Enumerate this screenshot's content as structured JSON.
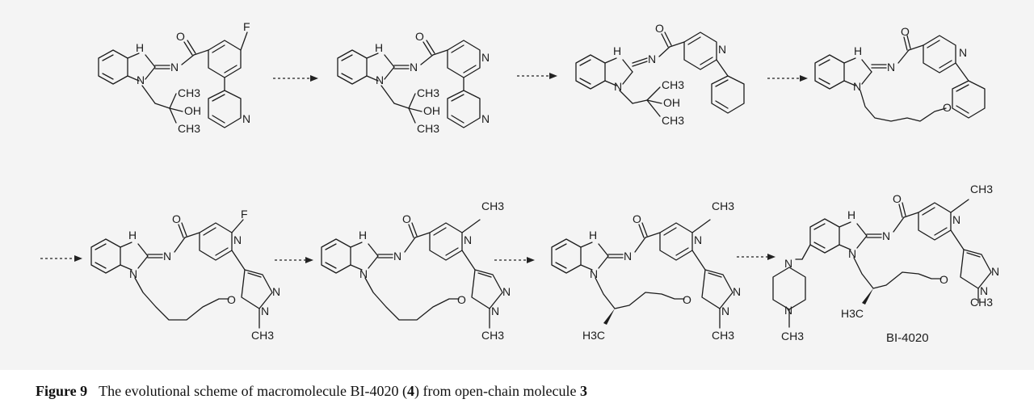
{
  "compounds": [
    {
      "atoms": {
        "nh": "H",
        "n": "N",
        "o": "O",
        "n_amide": "N",
        "f": "F",
        "me1": "CH3",
        "oh": "OH",
        "me2": "CH3",
        "npyr": "N"
      }
    },
    {
      "atoms": {
        "nh": "H",
        "n": "N",
        "o": "O",
        "n_amide": "N",
        "n_ring": "N",
        "me1": "CH3",
        "oh": "OH",
        "me2": "CH3",
        "npyr": "N"
      }
    },
    {
      "atoms": {
        "nh": "H",
        "n": "N",
        "o": "O",
        "n_amide": "N",
        "n_ring": "N",
        "me1": "CH3",
        "oh": "OH",
        "me2": "CH3"
      }
    },
    {
      "atoms": {
        "nh": "H",
        "n": "N",
        "o": "O",
        "n_amide": "N",
        "n_ring": "N",
        "o_ether": "O"
      }
    },
    {
      "atoms": {
        "nh": "H",
        "n": "N",
        "o": "O",
        "n_amide": "N",
        "f": "F",
        "n_ring": "N",
        "o_ether": "O",
        "n_pz1": "N",
        "n_pz2": "N",
        "me": "CH3"
      }
    },
    {
      "atoms": {
        "nh": "H",
        "n": "N",
        "o": "O",
        "n_amide": "N",
        "me_top": "CH3",
        "n_ring": "N",
        "o_ether": "O",
        "n_pz1": "N",
        "n_pz2": "N",
        "me": "CH3"
      }
    },
    {
      "atoms": {
        "nh": "H",
        "n": "N",
        "o": "O",
        "n_amide": "N",
        "me_top": "CH3",
        "n_ring": "N",
        "o_ether": "O",
        "n_pz1": "N",
        "n_pz2": "N",
        "me": "CH3",
        "me_chiral": "H3C"
      }
    },
    {
      "atoms": {
        "nh": "H",
        "n": "N",
        "o": "O",
        "n_amide": "N",
        "me_top": "CH3",
        "n_ring": "N",
        "o_ether": "O",
        "n_pz1": "N",
        "n_pz2": "N",
        "me": "CH3",
        "me_chiral": "H3C",
        "pip_n1": "N",
        "pip_n2": "N",
        "pip_me": "CH3"
      },
      "label": "BI-4020"
    }
  ],
  "caption": {
    "figure_label": "Figure 9",
    "text_before": "The evolutional scheme of macromolecule BI-4020 (",
    "compound_bold_1": "4",
    "text_middle": ") from open-chain molecule ",
    "compound_bold_2": "3"
  }
}
